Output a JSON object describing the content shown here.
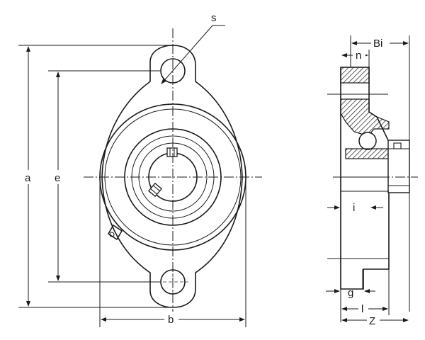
{
  "labels": {
    "s": "s",
    "a": "a",
    "e": "e",
    "b": "b",
    "bi": "Bi",
    "n": "n",
    "i": "i",
    "g": "g",
    "l": "l",
    "z": "Z"
  }
}
